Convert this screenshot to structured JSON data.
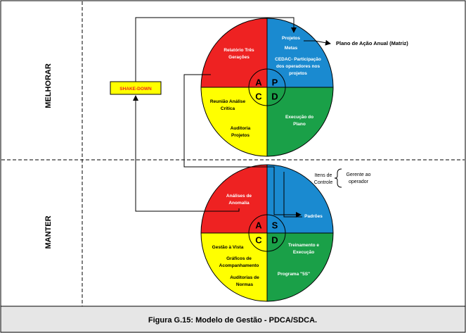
{
  "sections": {
    "melhorar": "MELHORAR",
    "manter": "MANTER"
  },
  "shakedown": {
    "label": "SHAKE-DOWN",
    "fill_color": "#ffff00"
  },
  "pdca": {
    "quadrants": {
      "A": {
        "letter": "A",
        "color": "#ee2222",
        "lines": [
          "Relatório Três",
          "Gerações"
        ]
      },
      "P": {
        "letter": "P",
        "color": "#1a8ad0",
        "lines": [
          "Projetos",
          "Metas",
          "CEDAC- Participação",
          "dos operadores nos",
          "projetos"
        ]
      },
      "C": {
        "letter": "C",
        "color": "#ffff00",
        "lines": [
          "Reunião Análise",
          "Crítica",
          "Auditoria",
          "Projetos"
        ]
      },
      "D": {
        "letter": "D",
        "color": "#1aa048",
        "lines": [
          "Execução do",
          "Plano"
        ]
      }
    },
    "external_label": "Plano de Ação Anual (Matriz)"
  },
  "sdca": {
    "quadrants": {
      "A": {
        "letter": "A",
        "color": "#ee2222",
        "lines": [
          "Análises de",
          "Anomalia"
        ]
      },
      "S": {
        "letter": "S",
        "color": "#1a8ad0",
        "lines": [
          "Padrões"
        ]
      },
      "C": {
        "letter": "C",
        "color": "#ffff00",
        "lines": [
          "Gestão à Vista",
          "Gráficos de",
          "Acompanhamento",
          "Auditorias de",
          "Normas"
        ]
      },
      "D": {
        "letter": "D",
        "color": "#1aa048",
        "lines": [
          "Treinamento e",
          "Execução",
          "Programa \"5S\""
        ]
      }
    },
    "itens_controle": [
      "Itens de",
      "Controle"
    ],
    "gerente": [
      "Gerente ao",
      "operador"
    ]
  },
  "caption": {
    "text": "Figura G.15: Modelo de Gestão - PDCA/SDCA.",
    "background": "#e6e6e6"
  }
}
